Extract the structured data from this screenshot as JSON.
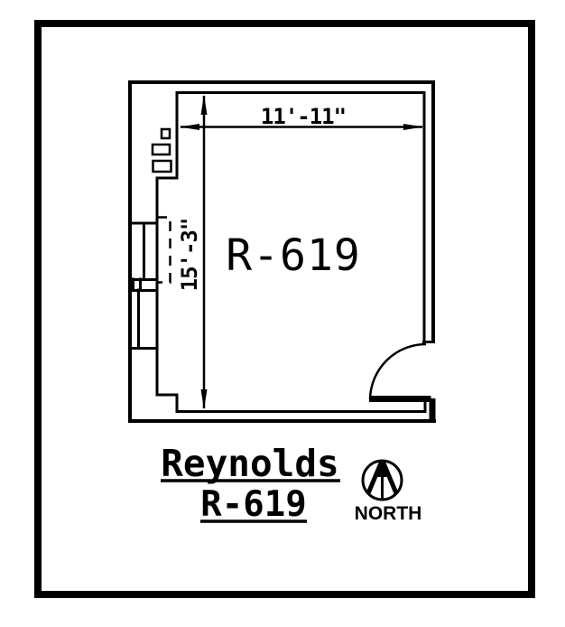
{
  "floor_plan": {
    "room_label": "R-619",
    "dimensions": {
      "width_text": "11'-11\"",
      "height_text": "15'-3\""
    },
    "caption": {
      "line1": "Reynolds",
      "line2": "R-619"
    },
    "compass": {
      "label": "NORTH"
    },
    "colors": {
      "ink": "#000000",
      "paper": "#ffffff"
    }
  }
}
